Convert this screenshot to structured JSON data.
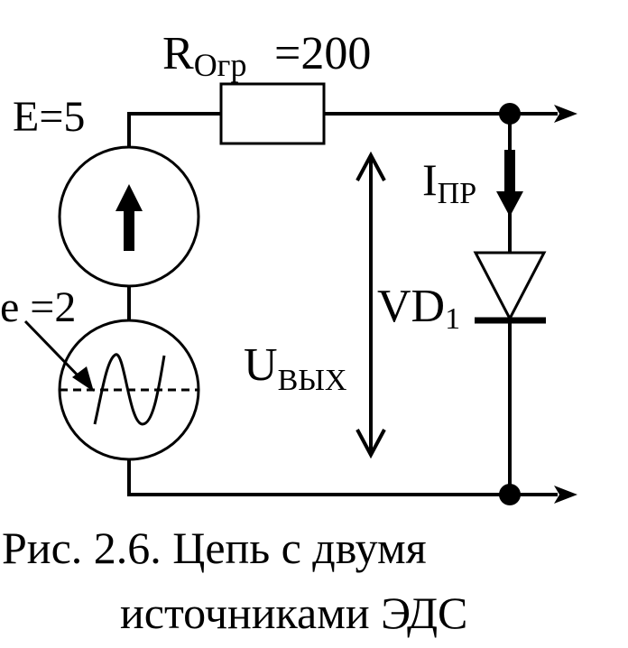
{
  "labels": {
    "resistor_main": "R",
    "resistor_sub": "Огр",
    "resistor_value": "=200",
    "dc_source": "E=5",
    "ac_source": "e =2",
    "current_main": "I",
    "current_sub": "ПР",
    "diode_main": "VD",
    "diode_sub": "1",
    "voltage_main": "U",
    "voltage_sub": "ВЫХ"
  },
  "caption": {
    "line1": "Рис. 2.6. Цепь с двумя",
    "line2": "источниками ЭДС"
  }
}
